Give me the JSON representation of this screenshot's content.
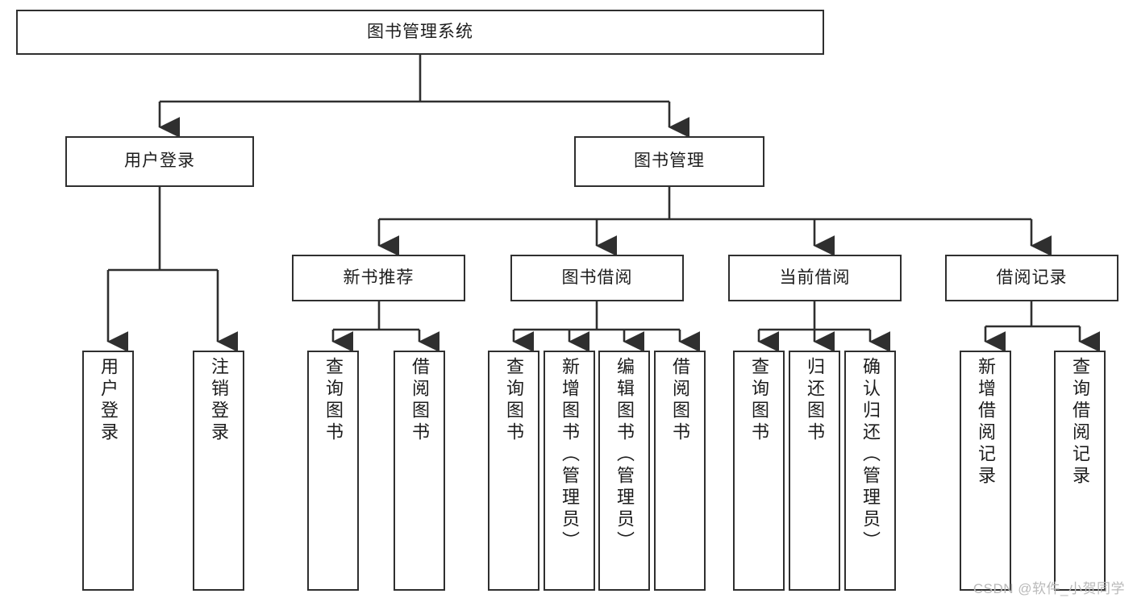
{
  "diagram": {
    "title": "图书管理系统",
    "type": "tree-hierarchy",
    "root": {
      "id": "root",
      "label": "图书管理系统"
    },
    "level2": [
      {
        "id": "user-login",
        "label": "用户登录"
      },
      {
        "id": "book-management",
        "label": "图书管理"
      }
    ],
    "level3": [
      {
        "id": "new-book-recommend",
        "label": "新书推荐",
        "parent": "book-management"
      },
      {
        "id": "book-borrow",
        "label": "图书借阅",
        "parent": "book-management"
      },
      {
        "id": "current-borrow",
        "label": "当前借阅",
        "parent": "book-management"
      },
      {
        "id": "borrow-record",
        "label": "借阅记录",
        "parent": "book-management"
      }
    ],
    "leaves": [
      {
        "id": "leaf-user-login",
        "label": "用户登录",
        "parent": "user-login"
      },
      {
        "id": "leaf-logout-login",
        "label": "注销登录",
        "parent": "user-login"
      },
      {
        "id": "leaf-query-book-1",
        "label": "查询图书",
        "parent": "new-book-recommend"
      },
      {
        "id": "leaf-borrow-book-1",
        "label": "借阅图书",
        "parent": "new-book-recommend"
      },
      {
        "id": "leaf-query-book-2",
        "label": "查询图书",
        "parent": "book-borrow"
      },
      {
        "id": "leaf-add-book-admin",
        "label": "新增图书（管理员）",
        "parent": "book-borrow"
      },
      {
        "id": "leaf-edit-book-admin",
        "label": "编辑图书（管理员）",
        "parent": "book-borrow"
      },
      {
        "id": "leaf-borrow-book-2",
        "label": "借阅图书",
        "parent": "book-borrow"
      },
      {
        "id": "leaf-query-book-3",
        "label": "查询图书",
        "parent": "current-borrow"
      },
      {
        "id": "leaf-return-book",
        "label": "归还图书",
        "parent": "current-borrow"
      },
      {
        "id": "leaf-confirm-return-admin",
        "label": "确认归还（管理员）",
        "parent": "current-borrow"
      },
      {
        "id": "leaf-add-borrow-record",
        "label": "新增借阅记录",
        "parent": "borrow-record"
      },
      {
        "id": "leaf-query-borrow-record",
        "label": "查询借阅记录",
        "parent": "borrow-record"
      }
    ],
    "colors": {
      "stroke": "#2f2f2f",
      "background": "#ffffff",
      "text": "#1c1c1c",
      "watermark": "#b9b9b9"
    }
  },
  "watermark": {
    "text": "CSDN @软件_小贺同学"
  }
}
